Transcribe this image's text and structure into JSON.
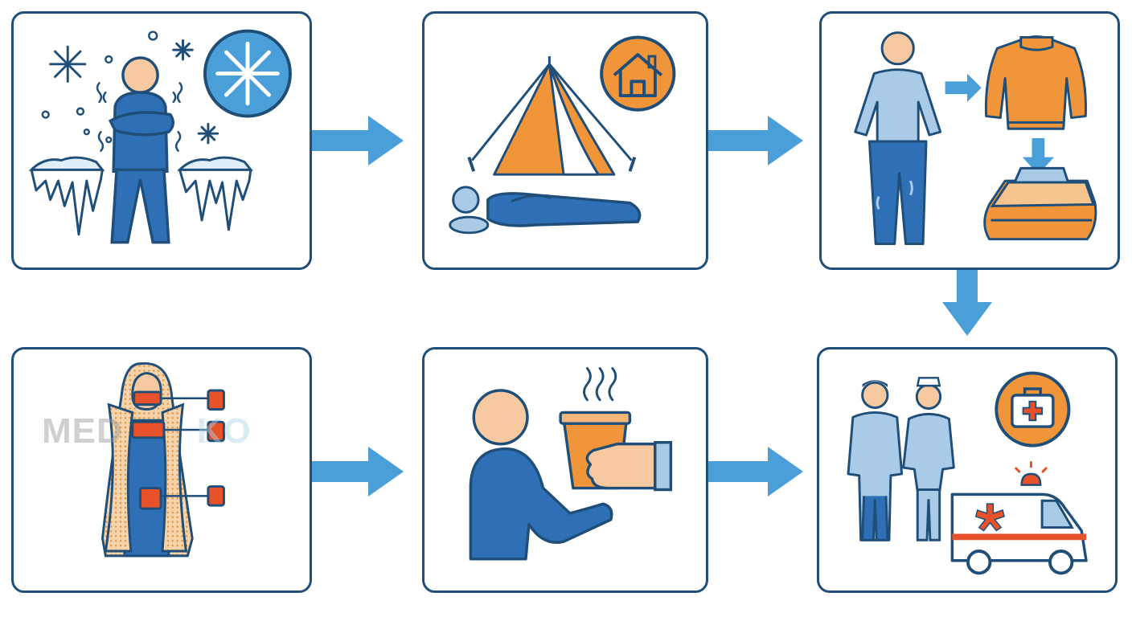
{
  "watermark": {
    "text_a": "MED",
    "text_b": "KO"
  },
  "colors": {
    "outline": "#1f4e79",
    "blue": "#2e6fb5",
    "light_blue": "#a9cbe8",
    "arrow": "#4a9fd8",
    "orange": "#f0953a",
    "skin": "#f7c9a0",
    "red": "#e8522a"
  },
  "steps": [
    {
      "id": "p1",
      "icon": "cold-person-icon"
    },
    {
      "id": "p2",
      "icon": "shelter-tent-icon"
    },
    {
      "id": "p3",
      "icon": "change-dry-clothes-icon"
    },
    {
      "id": "p4",
      "icon": "blanket-heat-packs-icon"
    },
    {
      "id": "p5",
      "icon": "warm-drink-icon"
    },
    {
      "id": "p6",
      "icon": "medical-help-icon"
    }
  ]
}
